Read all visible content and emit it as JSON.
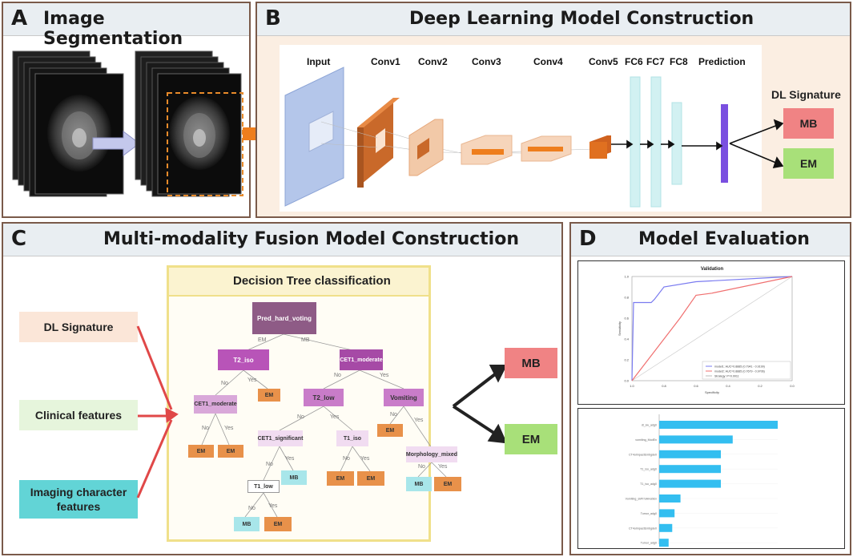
{
  "panels": {
    "a": {
      "letter": "A",
      "title": "Image Segmentation"
    },
    "b": {
      "letter": "B",
      "title": "Deep Learning Model Construction"
    },
    "c": {
      "letter": "C",
      "title": "Multi-modality Fusion Model Construction"
    },
    "d": {
      "letter": "D",
      "title": "Model Evaluation"
    }
  },
  "network": {
    "layers": [
      "Input",
      "Conv1",
      "Conv2",
      "Conv3",
      "Conv4",
      "Conv5",
      "FC6",
      "FC7",
      "FC8",
      "Prediction"
    ],
    "signature_title": "DL Signature",
    "outputs": [
      "MB",
      "EM"
    ]
  },
  "fusion": {
    "inputs": [
      "DL Signature",
      "Clinical features",
      "Imaging character features"
    ],
    "tree_title": "Decision Tree classification",
    "outputs": [
      "MB",
      "EM"
    ],
    "tree": {
      "root": "Pred_hard_voting",
      "root_left_edge": "EM",
      "root_right_edge": "MB",
      "t2_iso": "T2_iso",
      "cet1_moderate_right": "CET1_moderate",
      "cet1_moderate_left": "CET1_moderate",
      "t2_low": "T2_low",
      "vomiting": "Vomiting",
      "cet1_significant": "CET1_significant",
      "t1_iso": "T1_iso",
      "morphology_mixed": "Morphology_mixed",
      "t1_low": "T1_low",
      "leaf_em": "EM",
      "leaf_mb": "MB",
      "no": "No",
      "yes": "Yes"
    }
  },
  "evaluation": {
    "roc_title": "Validation",
    "legend": [
      "model1: AUC=0.8885 (0.7941 - 0.9199)",
      "model2: AUC=0.8885 (0.7679 - 0.9706)",
      "Strategy: P=0.0011"
    ],
    "xlabel": "Specificity",
    "ylabel": "Sensitivity",
    "x_ticks": [
      "1.0",
      "0.8",
      "0.6",
      "0.4",
      "0.2",
      "0.0"
    ],
    "y_ticks": [
      "0.0",
      "0.2",
      "0.4",
      "0.6",
      "0.8",
      "1.0"
    ],
    "feature_labels": [
      "dl_sw_adg0",
      "vomiting_ModEn",
      "CT4oImpactEmbgde0",
      "T1_iso_adg0",
      "T1_iso_adg0",
      "Vomiting_skPrmAHubEn",
      "Tumor_adg0",
      "CT4oImpactEmbgde0",
      "Tumor_adg0"
    ],
    "feature_importances": [
      1.0,
      0.62,
      0.52,
      0.52,
      0.52,
      0.18,
      0.13,
      0.11,
      0.08
    ],
    "roc_model1": [
      [
        1.0,
        0.0
      ],
      [
        0.99,
        0.75
      ],
      [
        0.88,
        0.75
      ],
      [
        0.86,
        0.78
      ],
      [
        0.8,
        0.9
      ],
      [
        0.6,
        0.95
      ],
      [
        0.0,
        1.0
      ]
    ],
    "roc_model2": [
      [
        1.0,
        0.0
      ],
      [
        0.7,
        0.6
      ],
      [
        0.6,
        0.82
      ],
      [
        0.5,
        0.84
      ],
      [
        0.0,
        1.0
      ]
    ],
    "colors": {
      "model1": "#7a7bf0",
      "model2": "#f07070",
      "bars": "#33bef0"
    }
  }
}
